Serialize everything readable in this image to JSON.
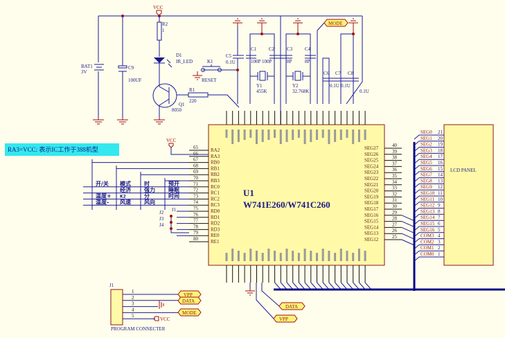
{
  "note": "RA3=VCC: 表示IC工作于388机型",
  "power": {
    "vcc": "VCC"
  },
  "components": {
    "bat": {
      "ref": "BAT1",
      "value": "3V"
    },
    "c9": {
      "ref": "C9",
      "value": "100UF"
    },
    "r2": {
      "ref": "R2",
      "value": "1"
    },
    "d1": {
      "ref": "D1",
      "value": "IR_LED"
    },
    "q1": {
      "ref": "Q1",
      "value": "8050"
    },
    "r1": {
      "ref": "R1",
      "value": "220"
    },
    "k1": {
      "ref": "K1",
      "value": "RESET"
    },
    "c5": {
      "ref": "C5",
      "value": "0.1U"
    },
    "c1": {
      "ref": "C1",
      "value": "100P"
    },
    "c2": {
      "ref": "C2",
      "value": "100P"
    },
    "c3": {
      "ref": "C3",
      "value": "8P"
    },
    "c4": {
      "ref": "C4",
      "value": "8P"
    },
    "y1": {
      "ref": "Y1",
      "value": "455K"
    },
    "y2": {
      "ref": "Y2",
      "value": "32.768K"
    },
    "c6": {
      "ref": "C6",
      "value": "0.1U"
    },
    "c7": {
      "ref": "C7",
      "value": "0.1U"
    },
    "c8": {
      "ref": "C8",
      "value": "0.1U"
    },
    "u1": {
      "ref": "U1",
      "value": "W741E260/W741C260"
    },
    "lcd": {
      "label": "LCD PANEL"
    },
    "j1": {
      "ref": "J1",
      "label": "PROGRAM CONNECTER",
      "pins": [
        "1",
        "2",
        "3",
        "4",
        "5"
      ]
    }
  },
  "net_labels": {
    "mode": "MODE",
    "vpp": "VPP",
    "data": "DATA",
    "vcc": "VCC"
  },
  "left_pins": [
    {
      "num": "65",
      "name": "RA2"
    },
    {
      "num": "66",
      "name": "RA3"
    },
    {
      "num": "67",
      "name": "RB0"
    },
    {
      "num": "68",
      "name": "RB1"
    },
    {
      "num": "69",
      "name": "RB2"
    },
    {
      "num": "70",
      "name": "RB3"
    },
    {
      "num": "71",
      "name": "RC0"
    },
    {
      "num": "72",
      "name": "RC1"
    },
    {
      "num": "73",
      "name": "RC2"
    },
    {
      "num": "74",
      "name": "RC3"
    },
    {
      "num": "75",
      "name": "RD0"
    },
    {
      "num": "76",
      "name": "RD1"
    },
    {
      "num": "77",
      "name": "RD2"
    },
    {
      "num": "78",
      "name": "RD3"
    },
    {
      "num": "79",
      "name": "RE0"
    },
    {
      "num": "80",
      "name": "RE1"
    }
  ],
  "right_pins": [
    {
      "num": "40",
      "name": "SEG27"
    },
    {
      "num": "39",
      "name": "SEG26"
    },
    {
      "num": "38",
      "name": "SEG25"
    },
    {
      "num": "37",
      "name": "SEG24"
    },
    {
      "num": "36",
      "name": "SEG23"
    },
    {
      "num": "35",
      "name": "SEG22"
    },
    {
      "num": "34",
      "name": "SEG21"
    },
    {
      "num": "33",
      "name": "SEG20"
    },
    {
      "num": "32",
      "name": "SEG19"
    },
    {
      "num": "31",
      "name": "SEG18"
    },
    {
      "num": "30",
      "name": "SEG17"
    },
    {
      "num": "29",
      "name": "SEG16"
    },
    {
      "num": "28",
      "name": "SEG15"
    },
    {
      "num": "27",
      "name": "SEG14"
    },
    {
      "num": "26",
      "name": "SEG13"
    },
    {
      "num": "25",
      "name": "SEG12"
    }
  ],
  "lcd_pins": [
    {
      "num": "21",
      "name": "SEG0"
    },
    {
      "num": "20",
      "name": "SEG1"
    },
    {
      "num": "19",
      "name": "SEG2"
    },
    {
      "num": "18",
      "name": "SEG3"
    },
    {
      "num": "17",
      "name": "SEG4"
    },
    {
      "num": "16",
      "name": "SEG5"
    },
    {
      "num": "15",
      "name": "SEG6"
    },
    {
      "num": "14",
      "name": "SEG7"
    },
    {
      "num": "13",
      "name": "SEG8"
    },
    {
      "num": "12",
      "name": "SEG9"
    },
    {
      "num": "11",
      "name": "SEG10"
    },
    {
      "num": "10",
      "name": "SEG11"
    },
    {
      "num": "9",
      "name": "SEG12"
    },
    {
      "num": "8",
      "name": "SEG13"
    },
    {
      "num": "7",
      "name": "SEG14"
    },
    {
      "num": "6",
      "name": "SEG15"
    },
    {
      "num": "5",
      "name": "SEG16"
    },
    {
      "num": "4",
      "name": "COM3"
    },
    {
      "num": "3",
      "name": "COM2"
    },
    {
      "num": "2",
      "name": "COM1"
    },
    {
      "num": "1",
      "name": "COM0"
    }
  ],
  "key_matrix": [
    [
      "开/关",
      "模式",
      "时",
      "预开"
    ],
    [
      "",
      "经济",
      "强力",
      "睡眠"
    ],
    [
      "温度+",
      "K2",
      "分",
      "时间"
    ],
    [
      "温度-",
      "风速",
      "风向",
      ""
    ]
  ],
  "jumpers": [
    "J1",
    "J2",
    "J3",
    "J4"
  ]
}
